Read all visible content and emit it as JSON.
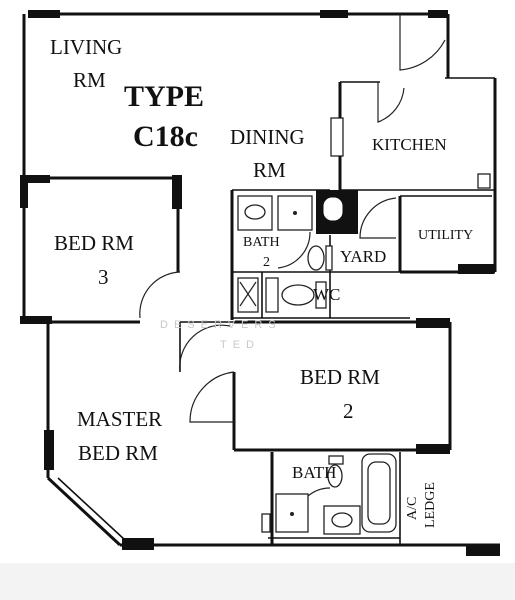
{
  "plan": {
    "type_line1": "TYPE",
    "type_line2": "C18c",
    "rooms": {
      "living_line1": "LIVING",
      "living_line2": "RM",
      "dining_line1": "DINING",
      "dining_line2": "RM",
      "kitchen": "KITCHEN",
      "bed3_line1": "BED RM",
      "bed3_line2": "3",
      "bath2_line1": "BATH",
      "bath2_line2": "2",
      "yard": "YARD",
      "utility": "UTILITY",
      "wc": "WC",
      "bed2_line1": "BED RM",
      "bed2_line2": "2",
      "master_line1": "MASTER",
      "master_line2": "BED RM",
      "bath": "BATH",
      "ac_line1": "A/C",
      "ac_line2": "LEDGE"
    },
    "watermark_line1": "DESERVERS",
    "watermark_line2": "TED"
  }
}
